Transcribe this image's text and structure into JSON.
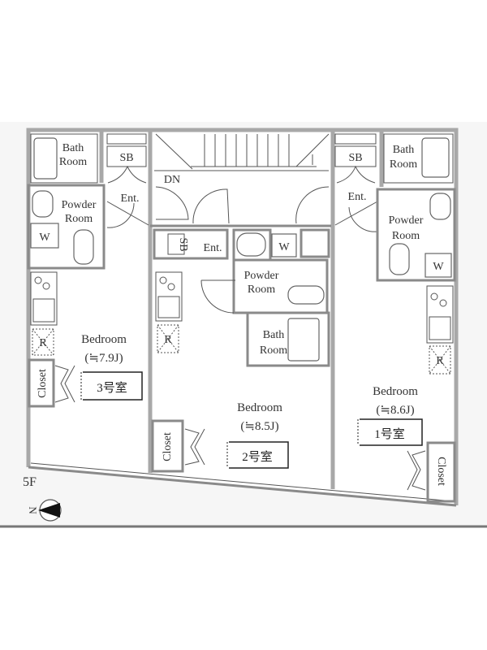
{
  "floor": "5F",
  "compass": {
    "label": "N"
  },
  "units": [
    {
      "id": "unit-3",
      "tag": "3号室",
      "bedroom": "Bedroom",
      "size": "(≒7.9J)",
      "bath": [
        "Bath",
        "Room"
      ],
      "powder": [
        "Powder",
        "Room"
      ],
      "sb": "SB",
      "ent": "Ent.",
      "w": "W",
      "r": "R",
      "closet": "Closet"
    },
    {
      "id": "unit-2",
      "tag": "2号室",
      "bedroom": "Bedroom",
      "size": "(≒8.5J)",
      "bath": [
        "Bath",
        "Room"
      ],
      "powder": [
        "Powder",
        "Room"
      ],
      "sb": "SB",
      "ent": "Ent.",
      "w": "W",
      "r": "R",
      "closet": "Closet"
    },
    {
      "id": "unit-1",
      "tag": "1号室",
      "bedroom": "Bedroom",
      "size": "(≒8.6J)",
      "bath": [
        "Bath",
        "Room"
      ],
      "powder": [
        "Powder",
        "Room"
      ],
      "sb": "SB",
      "ent": "Ent.",
      "w": "W",
      "r": "R",
      "closet": "Closet"
    }
  ],
  "stairs": {
    "label": "DN"
  }
}
